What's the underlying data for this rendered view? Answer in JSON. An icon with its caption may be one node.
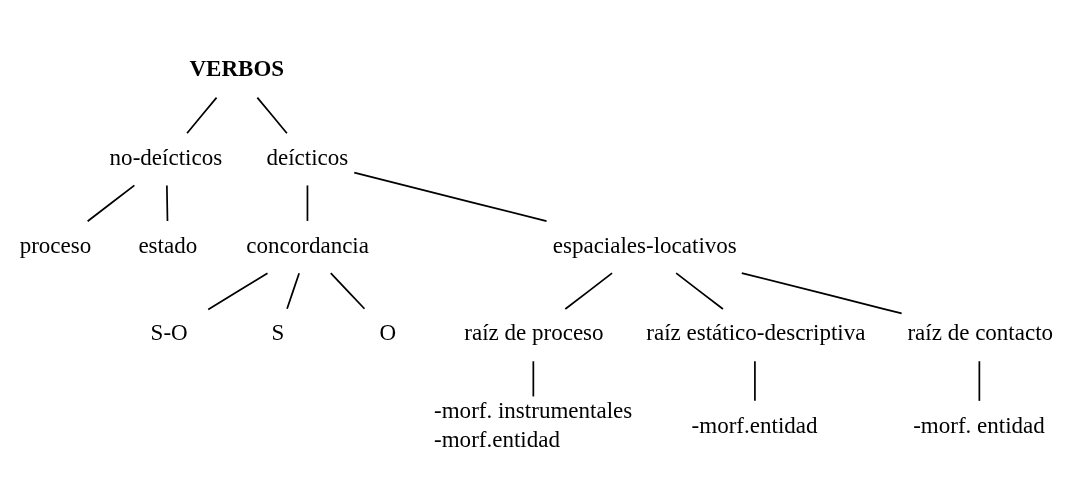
{
  "diagram": {
    "nodes": [
      {
        "text": [
          "VERBOS"
        ]
      },
      {
        "text": [
          "no-deícticos"
        ]
      },
      {
        "text": [
          "deícticos"
        ]
      },
      {
        "text": [
          "proceso"
        ]
      },
      {
        "text": [
          "estado"
        ]
      },
      {
        "text": [
          "concordancia"
        ]
      },
      {
        "text": [
          "espaciales-locativos"
        ]
      },
      {
        "text": [
          "S-O"
        ]
      },
      {
        "text": [
          "S"
        ]
      },
      {
        "text": [
          "O"
        ]
      },
      {
        "text": [
          "raíz de proceso"
        ]
      },
      {
        "text": [
          "raíz estático-descriptiva"
        ]
      },
      {
        "text": [
          "raíz de contacto"
        ]
      },
      {
        "text": [
          "-morf. instrumentales",
          "-morf.entidad"
        ]
      },
      {
        "text": [
          "-morf.entidad"
        ]
      },
      {
        "text": [
          "-morf. entidad"
        ]
      }
    ],
    "edges": [
      {
        "from": 0,
        "to": 1,
        "arrow": "none"
      },
      {
        "from": 0,
        "to": 2,
        "arrow": "none"
      },
      {
        "from": 1,
        "to": 3,
        "arrow": "none"
      },
      {
        "from": 1,
        "to": 4,
        "arrow": "none"
      },
      {
        "from": 2,
        "to": 5,
        "arrow": "none"
      },
      {
        "from": 2,
        "to": 6,
        "arrow": "none"
      },
      {
        "from": 5,
        "to": 7,
        "arrow": "none"
      },
      {
        "from": 5,
        "to": 8,
        "arrow": "none"
      },
      {
        "from": 5,
        "to": 9,
        "arrow": "none"
      },
      {
        "from": 6,
        "to": 10,
        "arrow": "none"
      },
      {
        "from": 6,
        "to": 11,
        "arrow": "none"
      },
      {
        "from": 6,
        "to": 12,
        "arrow": "none"
      },
      {
        "from": 10,
        "to": 13,
        "arrow": "none"
      },
      {
        "from": 11,
        "to": 14,
        "arrow": "none"
      },
      {
        "from": 12,
        "to": 15,
        "arrow": "none"
      }
    ]
  }
}
